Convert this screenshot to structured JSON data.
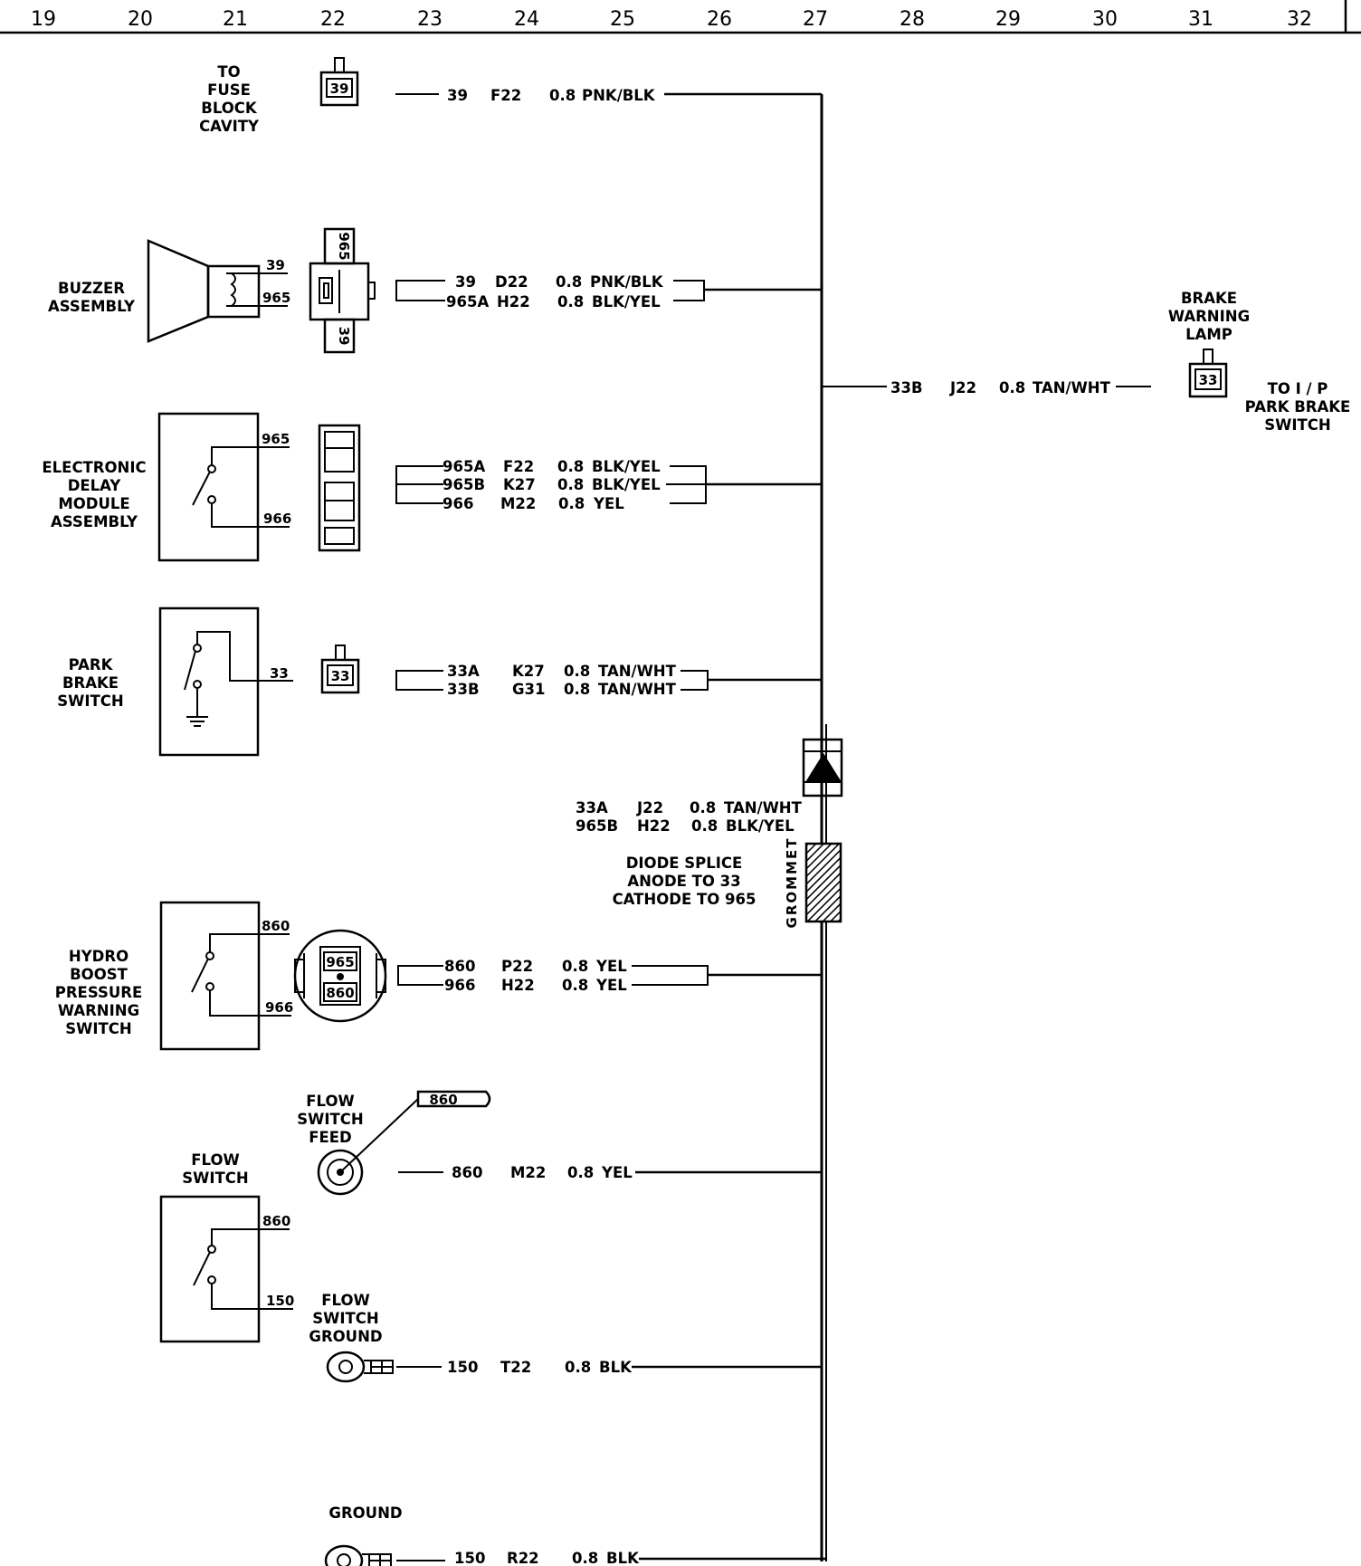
{
  "grid_columns": [
    "19",
    "20",
    "21",
    "22",
    "23",
    "24",
    "25",
    "26",
    "27",
    "28",
    "29",
    "30",
    "31",
    "32"
  ],
  "components": {
    "fuse_block": [
      "TO",
      "FUSE",
      "BLOCK",
      "CAVITY"
    ],
    "fuse_pin": "39",
    "buzzer": [
      "BUZZER",
      "ASSEMBLY"
    ],
    "buzzer_pins": [
      "39",
      "965"
    ],
    "buzzer_conn_pins": [
      "965",
      "39"
    ],
    "edm": [
      "ELECTRONIC",
      "DELAY",
      "MODULE",
      "ASSEMBLY"
    ],
    "edm_pins": [
      "965",
      "966"
    ],
    "park_brake": [
      "PARK",
      "BRAKE",
      "SWITCH"
    ],
    "park_pin": "33",
    "park_conn_pin": "33",
    "brake_lamp": [
      "BRAKE",
      "WARNING",
      "LAMP"
    ],
    "brake_lamp_pin": "33",
    "ip_park": [
      "TO I / P",
      "PARK BRAKE",
      "SWITCH"
    ],
    "hydro": [
      "HYDRO",
      "BOOST",
      "PRESSURE",
      "WARNING",
      "SWITCH"
    ],
    "hydro_pins": [
      "860",
      "966"
    ],
    "hydro_conn_pins": [
      "965",
      "860"
    ],
    "flow_feed": [
      "FLOW",
      "SWITCH",
      "FEED"
    ],
    "flow_feed_tag": "860",
    "flow_switch": [
      "FLOW",
      "SWITCH"
    ],
    "flow_pins": [
      "860",
      "150"
    ],
    "flow_ground": [
      "FLOW",
      "SWITCH",
      "GROUND"
    ],
    "ground": "GROUND",
    "grommet": "GROMMET",
    "diode_note": [
      "DIODE SPLICE",
      "ANODE TO 33",
      "CATHODE TO 965"
    ]
  },
  "wires": [
    {
      "circuit": "39",
      "loc": "F22",
      "gauge": "0.8",
      "color": "PNK/BLK"
    },
    {
      "circuit": "39",
      "loc": "D22",
      "gauge": "0.8",
      "color": "PNK/BLK"
    },
    {
      "circuit": "965A",
      "loc": "H22",
      "gauge": "0.8",
      "color": "BLK/YEL"
    },
    {
      "circuit": "33B",
      "loc": "J22",
      "gauge": "0.8",
      "color": "TAN/WHT"
    },
    {
      "circuit": "965A",
      "loc": "F22",
      "gauge": "0.8",
      "color": "BLK/YEL"
    },
    {
      "circuit": "965B",
      "loc": "K27",
      "gauge": "0.8",
      "color": "BLK/YEL"
    },
    {
      "circuit": "966",
      "loc": "M22",
      "gauge": "0.8",
      "color": "YEL"
    },
    {
      "circuit": "33A",
      "loc": "K27",
      "gauge": "0.8",
      "color": "TAN/WHT"
    },
    {
      "circuit": "33B",
      "loc": "G31",
      "gauge": "0.8",
      "color": "TAN/WHT"
    },
    {
      "circuit": "33A",
      "loc": "J22",
      "gauge": "0.8",
      "color": "TAN/WHT"
    },
    {
      "circuit": "965B",
      "loc": "H22",
      "gauge": "0.8",
      "color": "BLK/YEL"
    },
    {
      "circuit": "860",
      "loc": "P22",
      "gauge": "0.8",
      "color": "YEL"
    },
    {
      "circuit": "966",
      "loc": "H22",
      "gauge": "0.8",
      "color": "YEL"
    },
    {
      "circuit": "860",
      "loc": "M22",
      "gauge": "0.8",
      "color": "YEL"
    },
    {
      "circuit": "150",
      "loc": "T22",
      "gauge": "0.8",
      "color": "BLK"
    },
    {
      "circuit": "150",
      "loc": "R22",
      "gauge": "0.8",
      "color": "BLK"
    }
  ]
}
